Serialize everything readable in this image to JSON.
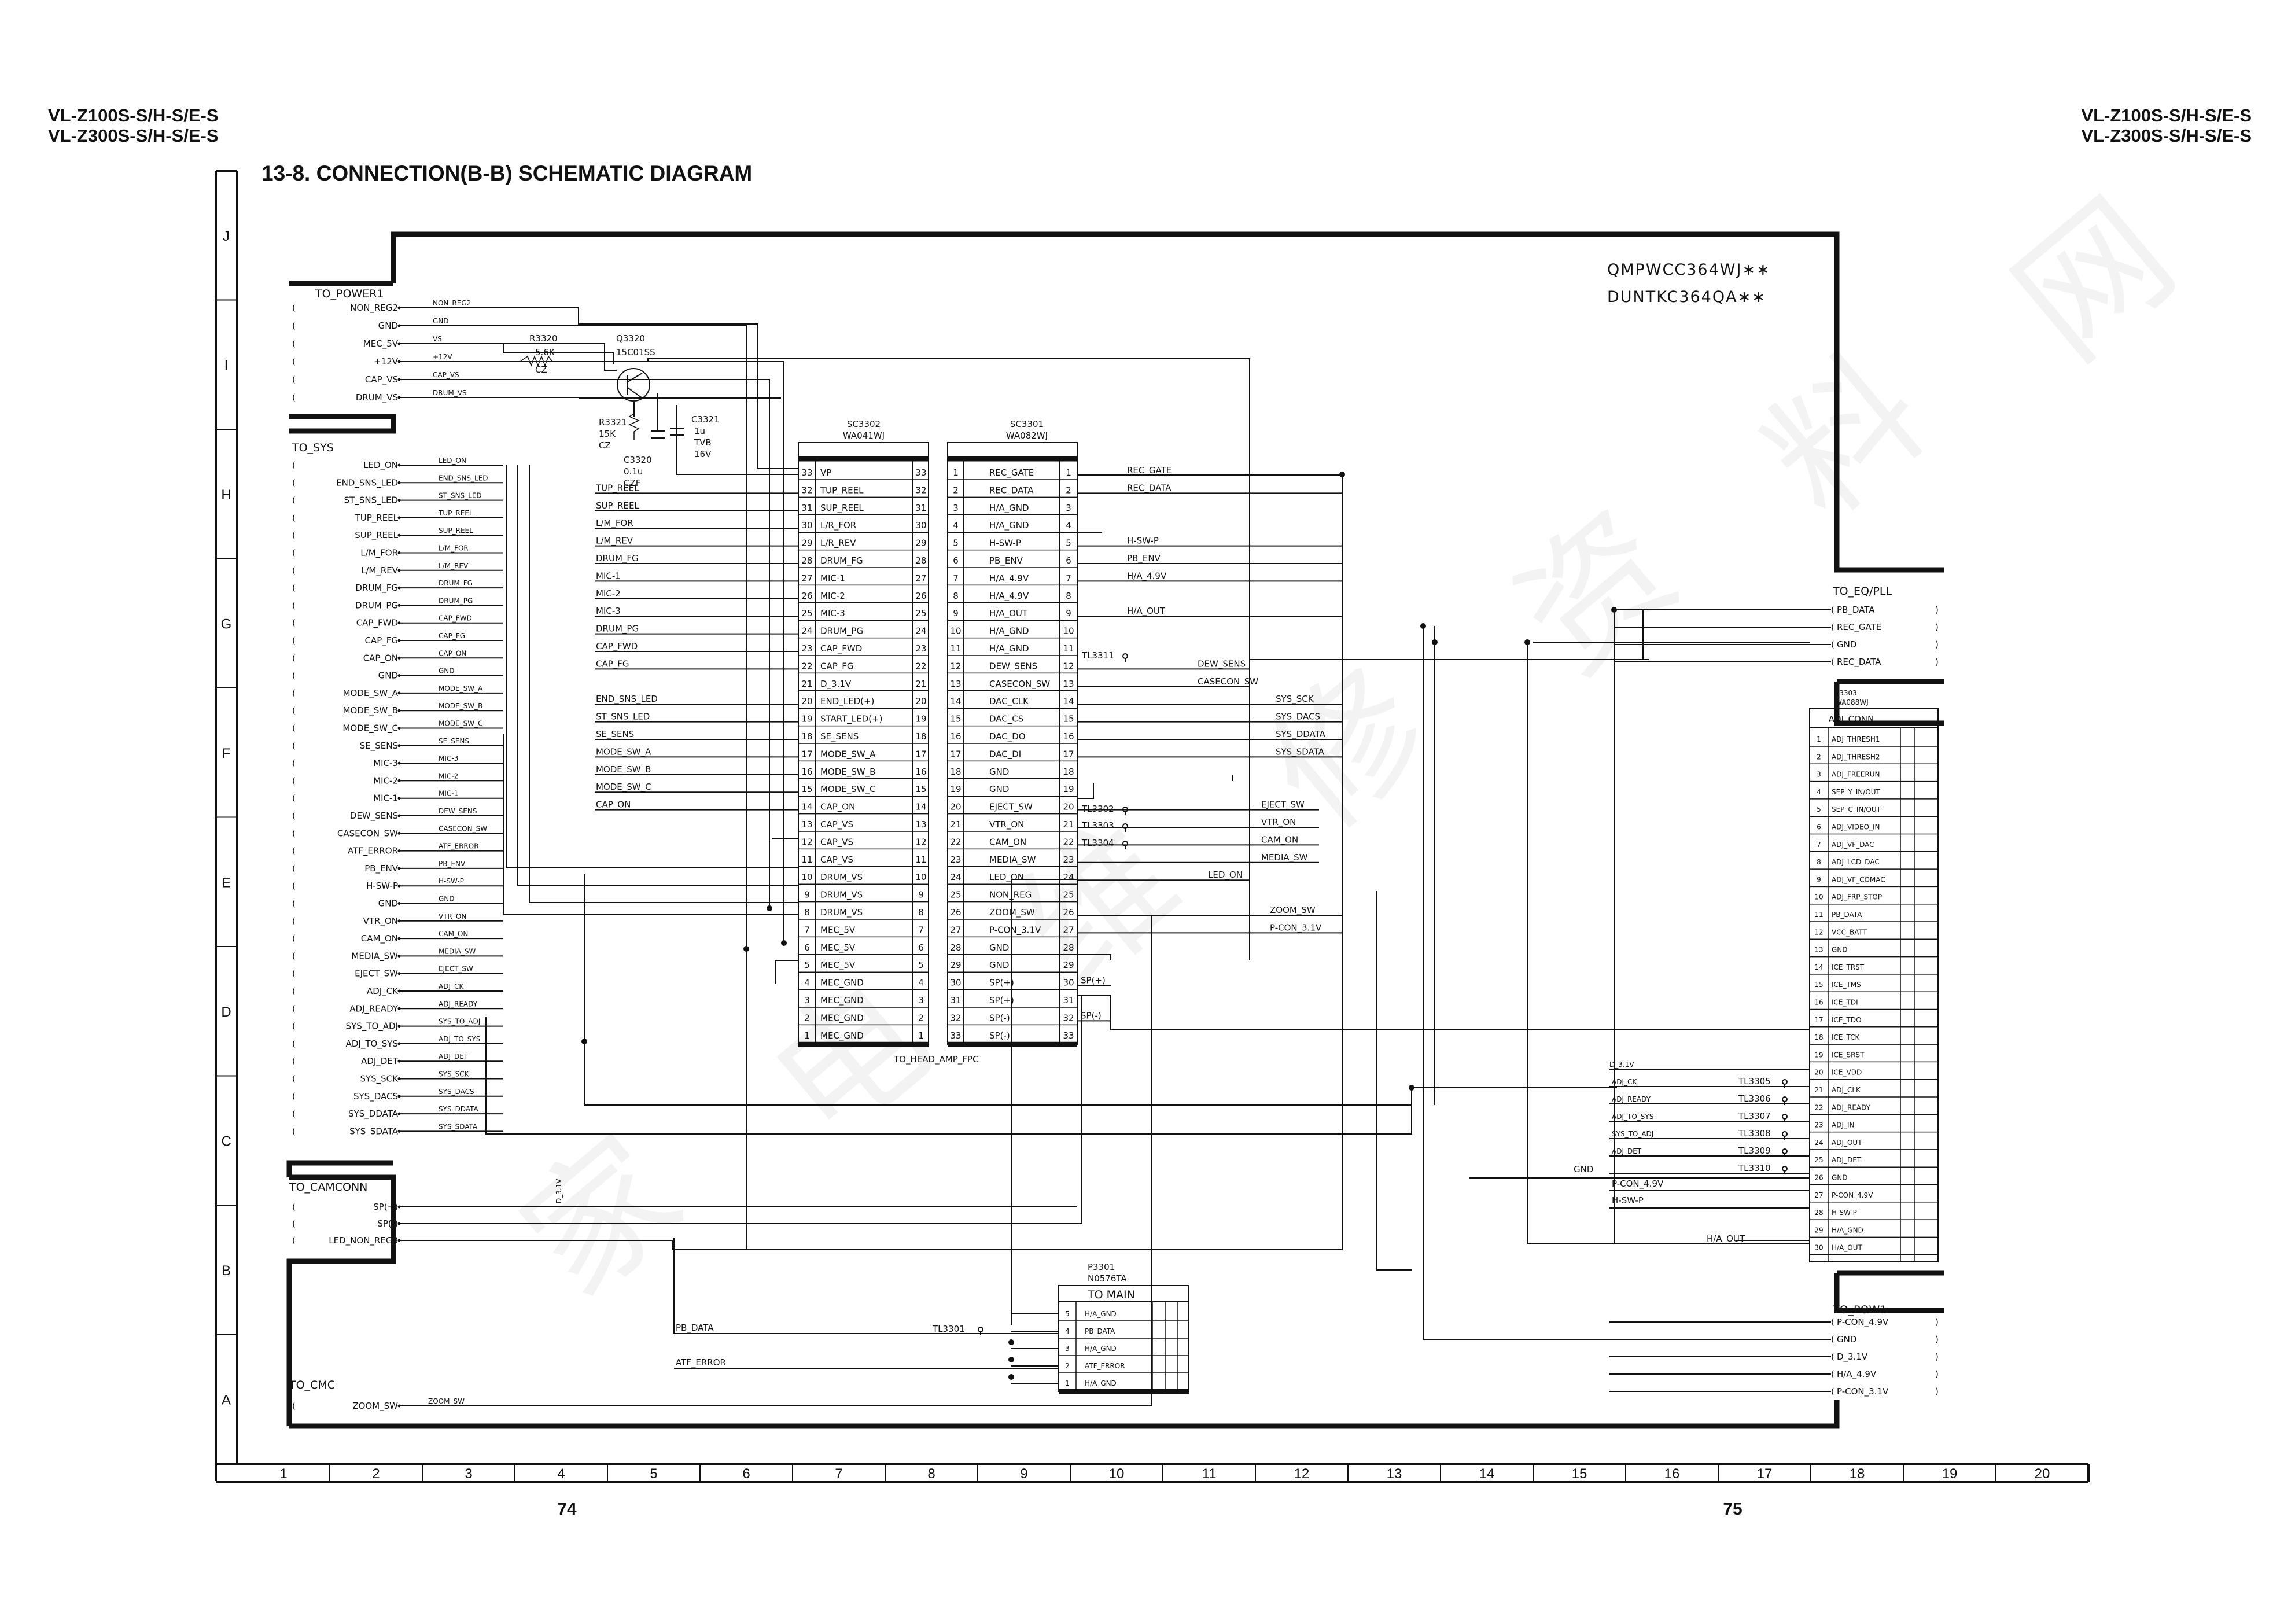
{
  "header": {
    "left_models": [
      "VL-Z100S-S/H-S/E-S",
      "VL-Z300S-S/H-S/E-S"
    ],
    "right_models": [
      "VL-Z100S-S/H-S/E-S",
      "VL-Z300S-S/H-S/E-S"
    ],
    "title": "13-8. CONNECTION(B-B) SCHEMATIC DIAGRAM"
  },
  "part_numbers": [
    "QMPWCC364WJ∗∗",
    "DUNTKC364QA∗∗"
  ],
  "grid": {
    "rows": [
      "J",
      "I",
      "H",
      "G",
      "F",
      "E",
      "D",
      "C",
      "B",
      "A"
    ],
    "columns": [
      "1",
      "2",
      "3",
      "4",
      "5",
      "6",
      "7",
      "8",
      "9",
      "10",
      "11",
      "12",
      "13",
      "14",
      "15",
      "16",
      "17",
      "18",
      "19",
      "20"
    ]
  },
  "page_numbers": {
    "left": "74",
    "right": "75"
  },
  "power_section": {
    "title": "TO_POWER1",
    "signals": [
      "NON_REG2",
      "GND",
      "MEC_5V",
      "+12V",
      "CAP_VS",
      "DRUM_VS"
    ],
    "wire_labels": [
      "NON_REG2",
      "GND",
      "VS",
      "+12V",
      "CAP_VS",
      "DRUM_VS"
    ]
  },
  "components": {
    "r3320": [
      "R3320",
      "5.6K",
      "CZ"
    ],
    "q3320": [
      "Q3320",
      "15C01SS"
    ],
    "r3321": [
      "R3321",
      "15K",
      "CZ"
    ],
    "c3321": [
      "C3321",
      "1u",
      "TVB",
      "16V"
    ],
    "c3320": [
      "C3320",
      "0.1u",
      "CZF"
    ]
  },
  "sys_section": {
    "title": "TO_SYS",
    "signals": [
      "LED_ON",
      "END_SNS_LED",
      "ST_SNS_LED",
      "TUP_REEL",
      "SUP_REEL",
      "L/M_FOR",
      "L/M_REV",
      "DRUM_FG",
      "DRUM_PG",
      "CAP_FWD",
      "CAP_FG",
      "CAP_ON",
      "GND",
      "MODE_SW_A",
      "MODE_SW_B",
      "MODE_SW_C",
      "SE_SENS",
      "MIC-3",
      "MIC-2",
      "MIC-1",
      "DEW_SENS",
      "CASECON_SW",
      "ATF_ERROR",
      "PB_ENV",
      "H-SW-P",
      "GND",
      "VTR_ON",
      "CAM_ON",
      "MEDIA_SW",
      "EJECT_SW",
      "ADJ_CK",
      "ADJ_READY",
      "SYS_TO_ADJ",
      "ADJ_TO_SYS",
      "ADJ_DET",
      "SYS_SCK",
      "SYS_DACS",
      "SYS_DDATA",
      "SYS_SDATA"
    ],
    "wire_labels": [
      "LED_ON",
      "END_SNS_LED",
      "ST_SNS_LED",
      "TUP_REEL",
      "SUP_REEL",
      "L/M_FOR",
      "L/M_REV",
      "DRUM_FG",
      "DRUM_PG",
      "CAP_FWD",
      "CAP_FG",
      "CAP_ON",
      "GND",
      "MODE_SW_A",
      "MODE_SW_B",
      "MODE_SW_C",
      "SE_SENS",
      "MIC-3",
      "MIC-2",
      "MIC-1",
      "DEW_SENS",
      "CASECON_SW",
      "ATF_ERROR",
      "PB_ENV",
      "H-SW-P",
      "GND",
      "VTR_ON",
      "CAM_ON",
      "MEDIA_SW",
      "EJECT_SW",
      "ADJ_CK",
      "ADJ_READY",
      "SYS_TO_ADJ",
      "ADJ_TO_SYS",
      "ADJ_DET",
      "SYS_SCK",
      "SYS_DACS",
      "SYS_DDATA",
      "SYS_SDATA"
    ]
  },
  "camconn_section": {
    "title": "TO_CAMCONN",
    "signals": [
      "SP(+)",
      "SP(-)",
      "LED_NON_REG3"
    ],
    "wire_labels": [
      "SP(+)",
      "SP(-)"
    ]
  },
  "cmc_section": {
    "title": "TO_CMC",
    "signals": [
      "ZOOM_SW"
    ],
    "wire_labels": [
      "ZOOM_SW"
    ]
  },
  "d31v_label": "D_3.1V",
  "sc3302": {
    "ref": "SC3302",
    "part": "WA041WJ",
    "left_labels": [
      "TUP_REEL",
      "SUP_REEL",
      "L/M_FOR",
      "L/M_REV",
      "DRUM_FG",
      "MIC-1",
      "MIC-2",
      "MIC-3",
      "DRUM_PG",
      "CAP_FWD",
      "CAP_FG",
      "",
      "END_SNS_LED",
      "ST_SNS_LED",
      "SE_SENS",
      "MODE_SW_A",
      "MODE_SW_B",
      "MODE_SW_C",
      "CAP_ON"
    ],
    "pins": [
      {
        "n": "33",
        "name": "VP"
      },
      {
        "n": "32",
        "name": "TUP_REEL"
      },
      {
        "n": "31",
        "name": "SUP_REEL"
      },
      {
        "n": "30",
        "name": "L/R_FOR"
      },
      {
        "n": "29",
        "name": "L/R_REV"
      },
      {
        "n": "28",
        "name": "DRUM_FG"
      },
      {
        "n": "27",
        "name": "MIC-1"
      },
      {
        "n": "26",
        "name": "MIC-2"
      },
      {
        "n": "25",
        "name": "MIC-3"
      },
      {
        "n": "24",
        "name": "DRUM_PG"
      },
      {
        "n": "23",
        "name": "CAP_FWD"
      },
      {
        "n": "22",
        "name": "CAP_FG"
      },
      {
        "n": "21",
        "name": "D_3.1V"
      },
      {
        "n": "20",
        "name": "END_LED(+)"
      },
      {
        "n": "19",
        "name": "START_LED(+)"
      },
      {
        "n": "18",
        "name": "SE_SENS"
      },
      {
        "n": "17",
        "name": "MODE_SW_A"
      },
      {
        "n": "16",
        "name": "MODE_SW_B"
      },
      {
        "n": "15",
        "name": "MODE_SW_C"
      },
      {
        "n": "14",
        "name": "CAP_ON"
      },
      {
        "n": "13",
        "name": "CAP_VS"
      },
      {
        "n": "12",
        "name": "CAP_VS"
      },
      {
        "n": "11",
        "name": "CAP_VS"
      },
      {
        "n": "10",
        "name": "DRUM_VS"
      },
      {
        "n": "9",
        "name": "DRUM_VS"
      },
      {
        "n": "8",
        "name": "DRUM_VS"
      },
      {
        "n": "7",
        "name": "MEC_5V"
      },
      {
        "n": "6",
        "name": "MEC_5V"
      },
      {
        "n": "5",
        "name": "MEC_5V"
      },
      {
        "n": "4",
        "name": "MEC_GND"
      },
      {
        "n": "3",
        "name": "MEC_GND"
      },
      {
        "n": "2",
        "name": "MEC_GND"
      },
      {
        "n": "1",
        "name": "MEC_GND"
      }
    ],
    "right_numbers": [
      "33",
      "32",
      "31",
      "30",
      "29",
      "28",
      "27",
      "26",
      "25",
      "24",
      "23",
      "22",
      "21",
      "20",
      "19",
      "18",
      "17",
      "16",
      "15",
      "14",
      "13",
      "12",
      "11",
      "10",
      "9",
      "8",
      "7",
      "6",
      "5",
      "4",
      "3",
      "2",
      "1"
    ]
  },
  "sc3301": {
    "ref": "SC3301",
    "part": "WA082WJ",
    "pins": [
      {
        "n": "1",
        "name": "REC_GATE"
      },
      {
        "n": "2",
        "name": "REC_DATA"
      },
      {
        "n": "3",
        "name": "H/A_GND"
      },
      {
        "n": "4",
        "name": "H/A_GND"
      },
      {
        "n": "5",
        "name": "H-SW-P"
      },
      {
        "n": "6",
        "name": "PB_ENV"
      },
      {
        "n": "7",
        "name": "H/A_4.9V"
      },
      {
        "n": "8",
        "name": "H/A_4.9V"
      },
      {
        "n": "9",
        "name": "H/A_OUT"
      },
      {
        "n": "10",
        "name": "H/A_GND"
      },
      {
        "n": "11",
        "name": "H/A_GND"
      },
      {
        "n": "12",
        "name": "DEW_SENS"
      },
      {
        "n": "13",
        "name": "CASECON_SW"
      },
      {
        "n": "14",
        "name": "DAC_CLK"
      },
      {
        "n": "15",
        "name": "DAC_CS"
      },
      {
        "n": "16",
        "name": "DAC_DO"
      },
      {
        "n": "17",
        "name": "DAC_DI"
      },
      {
        "n": "18",
        "name": "GND"
      },
      {
        "n": "19",
        "name": "GND"
      },
      {
        "n": "20",
        "name": "EJECT_SW"
      },
      {
        "n": "21",
        "name": "VTR_ON"
      },
      {
        "n": "22",
        "name": "CAM_ON"
      },
      {
        "n": "23",
        "name": "MEDIA_SW"
      },
      {
        "n": "24",
        "name": "LED_ON"
      },
      {
        "n": "25",
        "name": "NON_REG"
      },
      {
        "n": "26",
        "name": "ZOOM_SW"
      },
      {
        "n": "27",
        "name": "P-CON_3.1V"
      },
      {
        "n": "28",
        "name": "GND"
      },
      {
        "n": "29",
        "name": "GND"
      },
      {
        "n": "30",
        "name": "SP(+)"
      },
      {
        "n": "31",
        "name": "SP(+)"
      },
      {
        "n": "32",
        "name": "SP(-)"
      },
      {
        "n": "33",
        "name": "SP(-)"
      }
    ],
    "right_labels": [
      "REC_GATE",
      "REC_DATA",
      "",
      "",
      "H-SW-P",
      "PB_ENV",
      "H/A_4.9V",
      "",
      "H/A_OUT",
      "",
      "",
      "DEW_SENS",
      "CASECON_SW",
      "SYS_SCK",
      "SYS_DACS",
      "SYS_DDATA",
      "SYS_SDATA",
      "",
      "",
      "EJECT_SW",
      "VTR_ON",
      "CAM_ON",
      "MEDIA_SW",
      "LED_ON",
      "",
      "ZOOM_SW",
      "P-CON_3.1V",
      "",
      "",
      "SP(+)",
      "",
      "SP(-)",
      ""
    ],
    "testpoints": [
      "TL3311",
      "TL3302",
      "TL3303",
      "TL3304"
    ]
  },
  "head_amp_label": "TO_HEAD_AMP_FPC",
  "eq_pll": {
    "title": "TO_EQ/PLL",
    "signals": [
      "PB_DATA",
      "REC_GATE",
      "GND",
      "REC_DATA"
    ]
  },
  "p3303": {
    "ref": "P3303",
    "part": "WA088WJ",
    "header": "ADJ_CONN",
    "pins": [
      {
        "n": "1",
        "name": "ADJ_THRESH1"
      },
      {
        "n": "2",
        "name": "ADJ_THRESH2"
      },
      {
        "n": "3",
        "name": "ADJ_FREERUN"
      },
      {
        "n": "4",
        "name": "SEP_Y_IN/OUT"
      },
      {
        "n": "5",
        "name": "SEP_C_IN/OUT"
      },
      {
        "n": "6",
        "name": "ADJ_VIDEO_IN"
      },
      {
        "n": "7",
        "name": "ADJ_VF_DAC"
      },
      {
        "n": "8",
        "name": "ADJ_LCD_DAC"
      },
      {
        "n": "9",
        "name": "ADJ_VF_COMAC"
      },
      {
        "n": "10",
        "name": "ADJ_FRP_STOP"
      },
      {
        "n": "11",
        "name": "PB_DATA"
      },
      {
        "n": "12",
        "name": "VCC_BATT"
      },
      {
        "n": "13",
        "name": "GND"
      },
      {
        "n": "14",
        "name": "ICE_TRST"
      },
      {
        "n": "15",
        "name": "ICE_TMS"
      },
      {
        "n": "16",
        "name": "ICE_TDI"
      },
      {
        "n": "17",
        "name": "ICE_TDO"
      },
      {
        "n": "18",
        "name": "ICE_TCK"
      },
      {
        "n": "19",
        "name": "ICE_SRST"
      },
      {
        "n": "20",
        "name": "ICE_VDD"
      },
      {
        "n": "21",
        "name": "ADJ_CLK"
      },
      {
        "n": "22",
        "name": "ADJ_READY"
      },
      {
        "n": "23",
        "name": "ADJ_IN"
      },
      {
        "n": "24",
        "name": "ADJ_OUT"
      },
      {
        "n": "25",
        "name": "ADJ_DET"
      },
      {
        "n": "26",
        "name": "GND"
      },
      {
        "n": "27",
        "name": "P-CON_4.9V"
      },
      {
        "n": "28",
        "name": "H-SW-P"
      },
      {
        "n": "29",
        "name": "H/A_GND"
      },
      {
        "n": "30",
        "name": "H/A_OUT"
      }
    ]
  },
  "adj_wires": {
    "labels": [
      "D_3.1V",
      "ADJ_CK",
      "ADJ_READY",
      "ADJ_TO_SYS",
      "SYS_TO_ADJ",
      "ADJ_DET",
      "P-CON_4.9V",
      "H-SW-P",
      "GND",
      "H/A_OUT"
    ],
    "testpoints": [
      "TL3305",
      "TL3306",
      "TL3307",
      "TL3308",
      "TL3309",
      "TL3310"
    ]
  },
  "pow1": {
    "title": "TO_POW1",
    "signals": [
      "P-CON_4.9V",
      "GND",
      "D_3.1V",
      "H/A_4.9V",
      "P-CON_3.1V"
    ]
  },
  "p3301": {
    "ref": "P3301",
    "part": "N0576TA",
    "header": "TO MAIN",
    "pins": [
      {
        "n": "5",
        "name": "H/A_GND"
      },
      {
        "n": "4",
        "name": "PB_DATA"
      },
      {
        "n": "3",
        "name": "H/A_GND"
      },
      {
        "n": "2",
        "name": "ATF_ERROR"
      },
      {
        "n": "1",
        "name": "H/A_GND"
      }
    ],
    "wire_labels": [
      "PB_DATA",
      "ATF_ERROR"
    ],
    "testpoint": "TL3301"
  },
  "watermark": [
    "家",
    "电",
    "维",
    "修",
    "资",
    "料",
    "网"
  ]
}
